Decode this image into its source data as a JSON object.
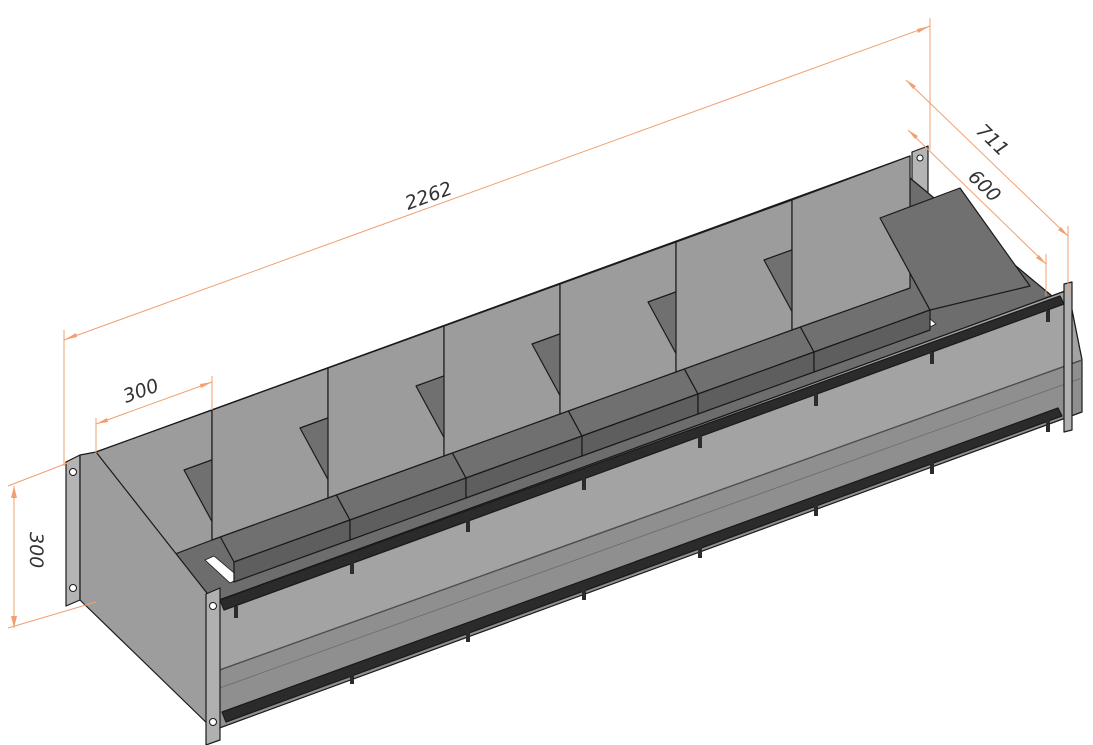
{
  "dimensions": {
    "overall_length": "2262",
    "section_width": "300",
    "height": "300",
    "overall_depth": "711",
    "inner_depth": "600"
  },
  "colors": {
    "dimension_line": "#f0a070",
    "body_light": "#9a9a9a",
    "body_mid": "#7d7d7d",
    "body_dark": "#5a5a5a",
    "rail": "#2b2b2b",
    "opening": "#ffffff"
  }
}
